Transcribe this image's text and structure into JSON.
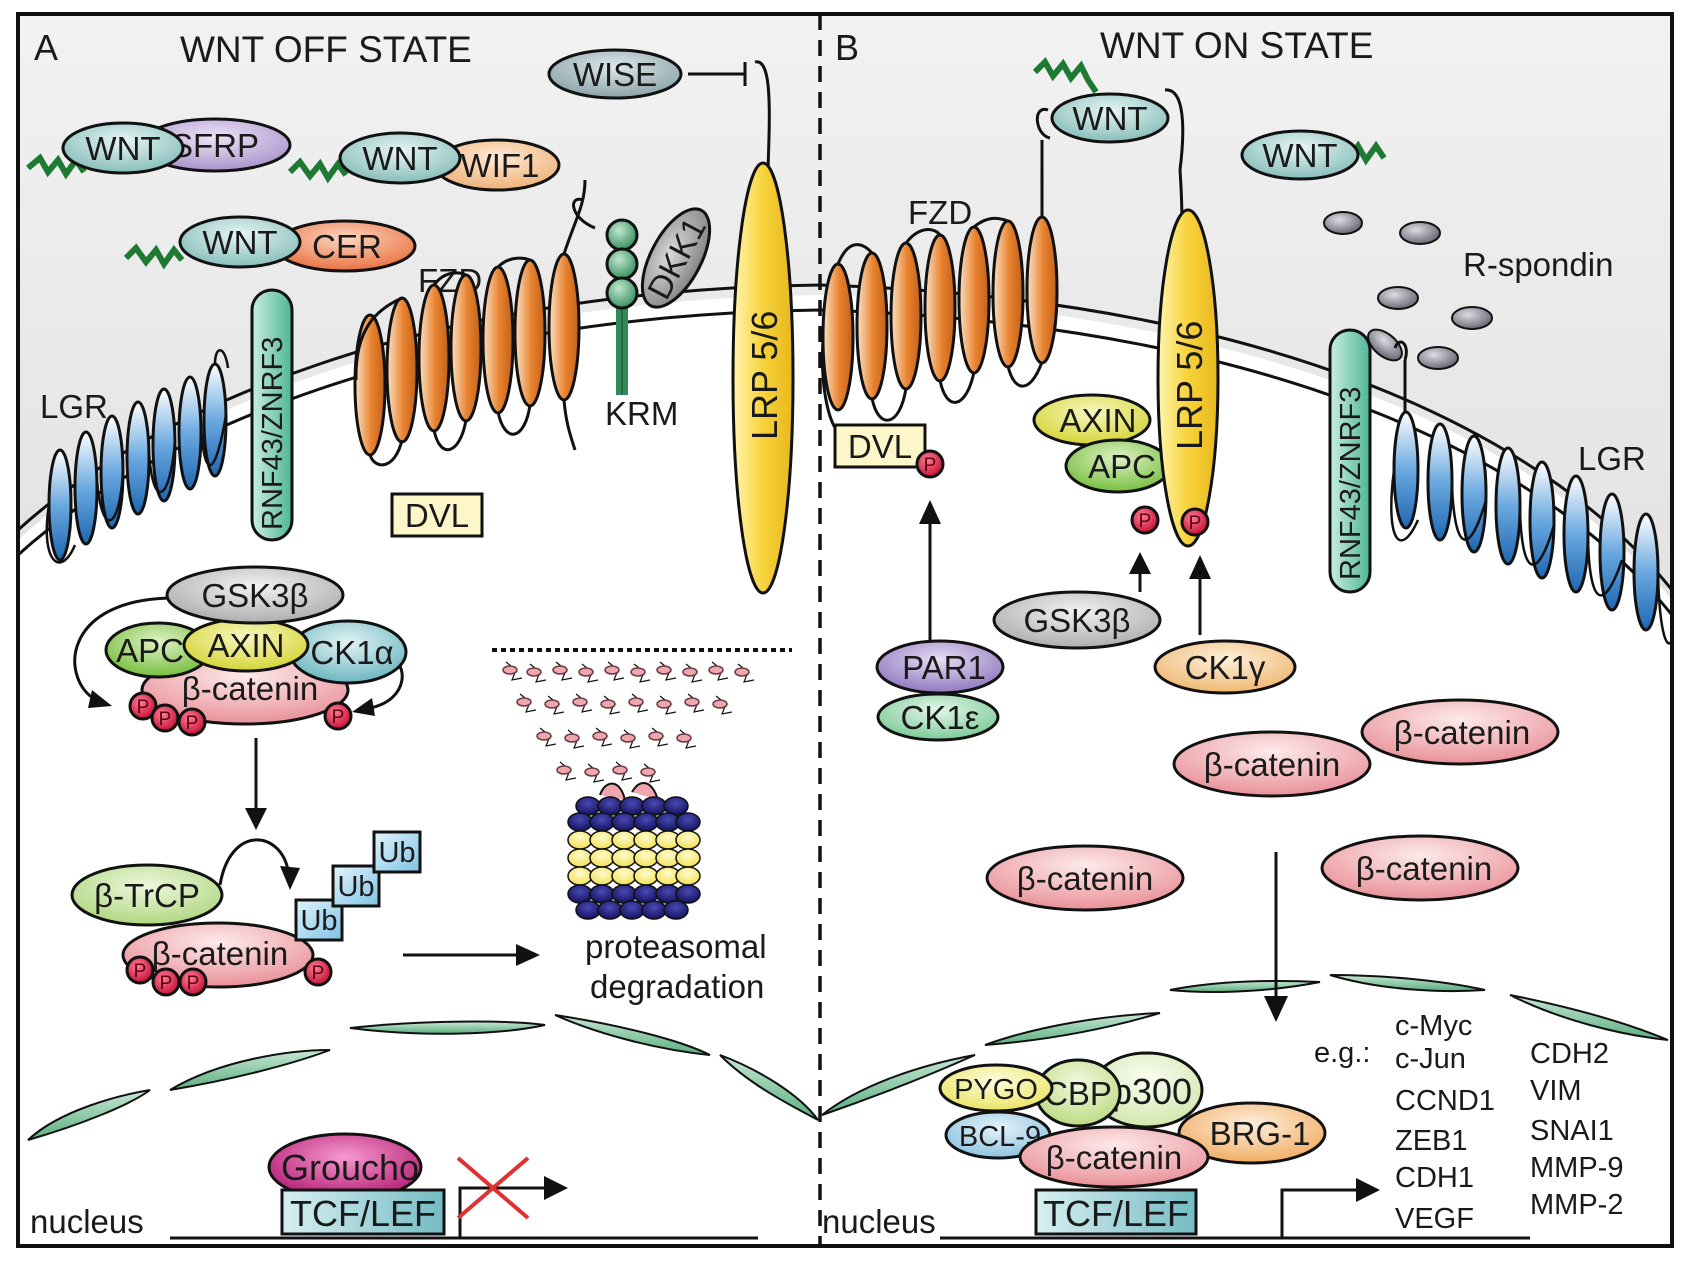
{
  "panels": {
    "a_letter": "A",
    "a_title": "WNT OFF STATE",
    "b_letter": "B",
    "b_title": "WNT ON STATE"
  },
  "labels": {
    "wnt": "WNT",
    "sfrp": "SFRP",
    "wif1": "WIF1",
    "cer": "CER",
    "wise": "WISE",
    "dkk1": "DKK1",
    "krm": "KRM",
    "lrp": "LRP 5/6",
    "fzd": "FZD",
    "lgr": "LGR",
    "rnf": "RNF43/ZNRF3",
    "dvl": "DVL",
    "gsk": "GSK3β",
    "apc": "APC",
    "axin": "AXIN",
    "ck1a": "CK1α",
    "bcat": "β-catenin",
    "btrcp": "β-TrCP",
    "ub": "Ub",
    "p": "P",
    "proteasomal": "proteasomal",
    "degradation": "degradation",
    "groucho": "Groucho",
    "tcf": "TCF/LEF",
    "nucleus": "nucleus",
    "rspondin": "R-spondin",
    "par1": "PAR1",
    "ck1e": "CK1ε",
    "ck1g": "CK1γ",
    "pygo": "PYGO",
    "bcl9": "BCL-9",
    "cbp": "CBP",
    "p300": "p300",
    "brg1": "BRG-1",
    "eg": "e.g.:"
  },
  "target_genes": {
    "col1": [
      "c-Myc",
      "c-Jun",
      "CCND1",
      "ZEB1",
      "CDH1",
      "VEGF"
    ],
    "col2": [
      "CDH2",
      "VIM",
      "SNAI1",
      "MMP-9",
      "MMP-2"
    ]
  },
  "colors": {
    "wnt": "#a9d4d2",
    "sfrp": "#b9a6d6",
    "wif1": "#f4c79a",
    "cer": "#ee8a5c",
    "wise": "#9cb4b8",
    "dkk1": "#9a9a9a",
    "krm": "#3e9e6a",
    "lrp": "#f7d23a",
    "fzd": "#e8822e",
    "lgr": "#2b7cc7",
    "rnf": "#6cc7b0",
    "dvl": "#fdf6c9",
    "gsk": "#c4c4c4",
    "apc": "#8ccc52",
    "axin": "#e2e24a",
    "ck1a": "#86c8cf",
    "bcat": "#ee9aa0",
    "phos": "#d8143a",
    "btrcp": "#c4e39a",
    "ub": "#9fd3ee",
    "groucho": "#cc2a86",
    "tcf": "#8fcbd2",
    "par1": "#9e86c6",
    "ck1e": "#8fd3a6",
    "ck1g": "#f3c88e",
    "pygo": "#f3f08a",
    "bcl9": "#a7d2e8",
    "cbp": "#d4e8a4",
    "p300": "#e2f0c4",
    "brg1": "#f7c48a",
    "nuclear_membrane": "#7cc59a",
    "wnt_tail": "#1e7a33",
    "red_cross": "#e03030"
  }
}
